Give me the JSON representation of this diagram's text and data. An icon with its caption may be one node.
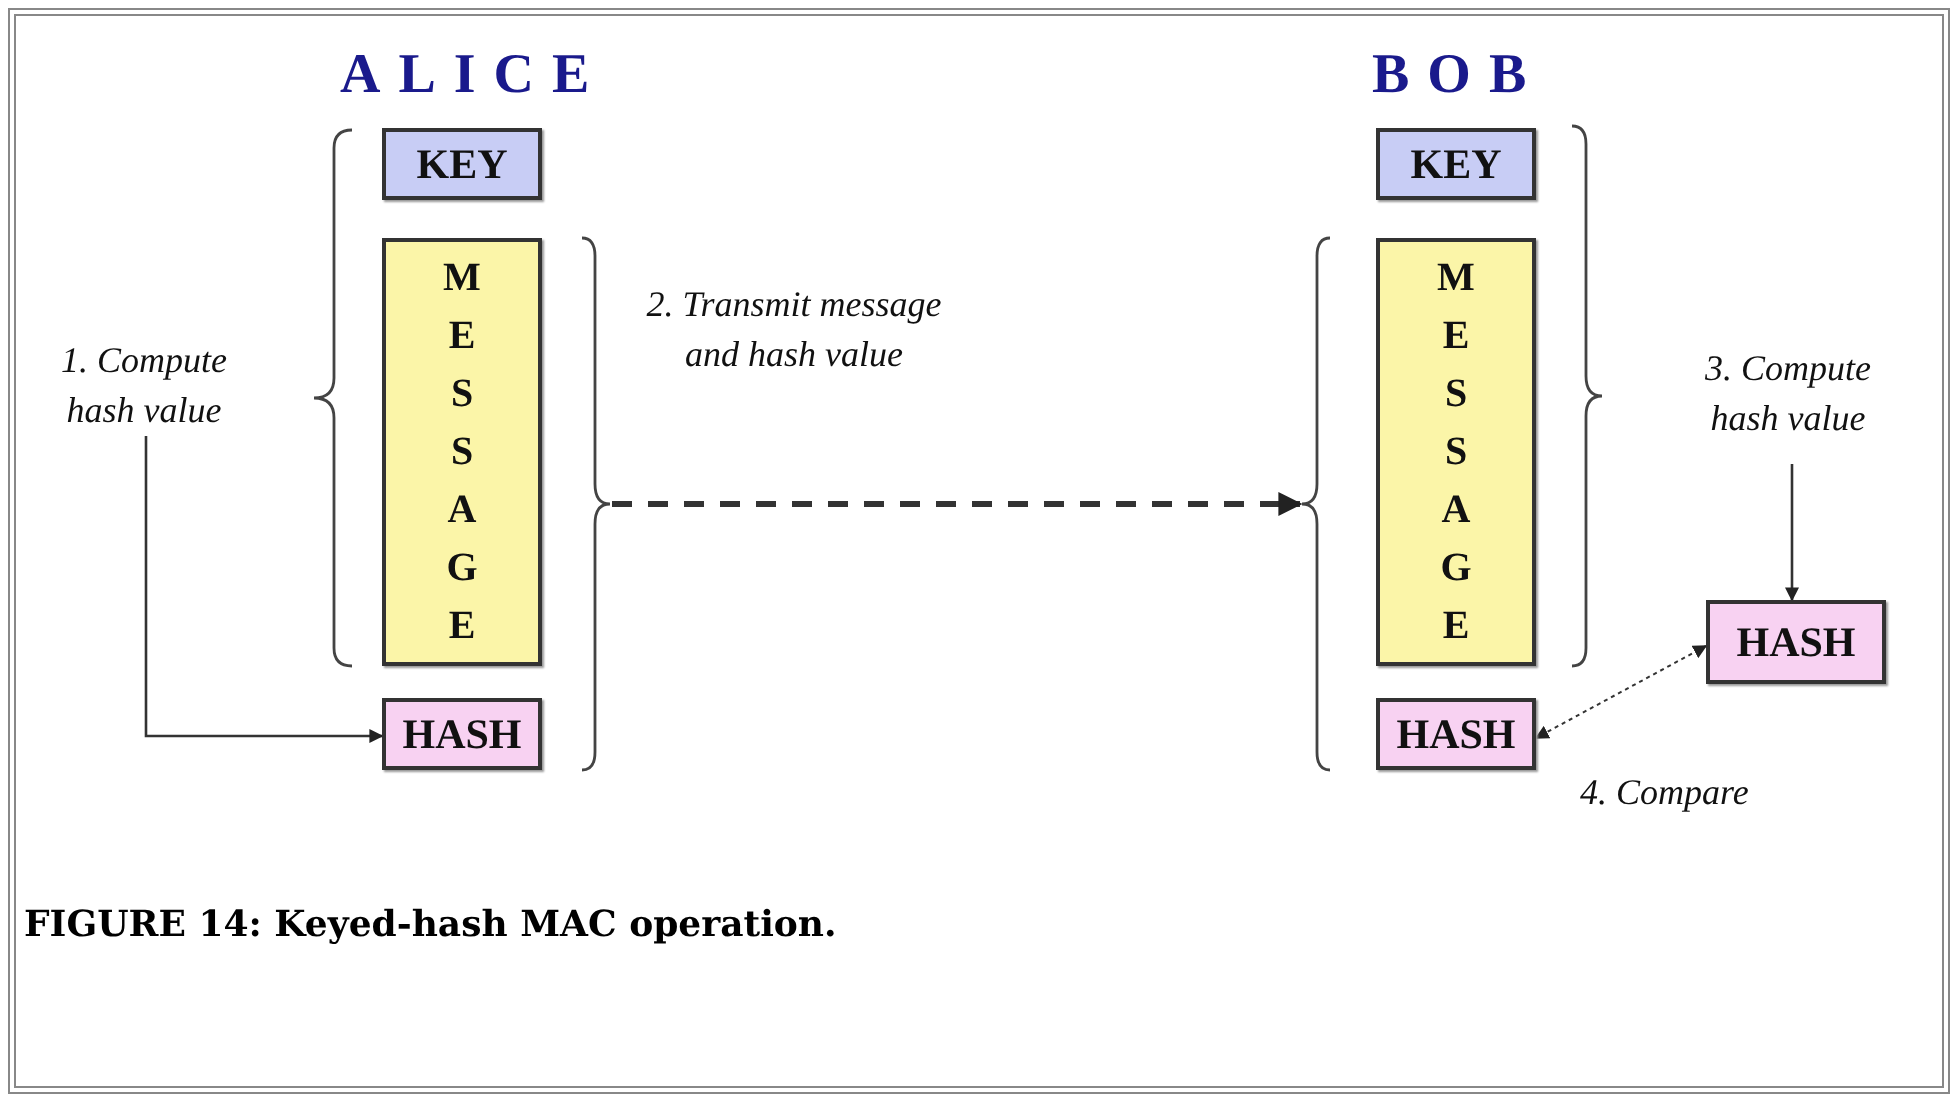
{
  "diagram": {
    "caption": "FIGURE 14: Keyed-hash MAC operation.",
    "nodes": [
      {
        "text": [
          "1. Compute hash value"
        ]
      },
      {
        "text": [
          "KEY"
        ]
      },
      {
        "text": [
          "MESSAGE"
        ]
      },
      {
        "text": [
          "HASH"
        ]
      },
      {
        "text": [],
        "shape": "brace"
      },
      {
        "text": [],
        "shape": "brace"
      },
      {
        "text": [
          "KEY"
        ]
      },
      {
        "text": [
          "MESSAGE"
        ]
      },
      {
        "text": [
          "HASH"
        ]
      },
      {
        "text": [
          "3. Compute hash value"
        ]
      },
      {
        "text": [
          "HASH"
        ]
      }
    ],
    "edges": [
      {
        "from": 0,
        "to": 3,
        "arrow": "to"
      },
      {
        "from": 4,
        "to": 5,
        "arrow": "to",
        "style": "dashed",
        "label": "2. Transmit message and hash value"
      },
      {
        "from": 9,
        "to": 10,
        "arrow": "to"
      },
      {
        "from": 10,
        "to": 8,
        "arrow": "both",
        "style": "dashed",
        "label": "4. Compare"
      }
    ],
    "labels": [
      "ALICE",
      "BOB"
    ]
  }
}
